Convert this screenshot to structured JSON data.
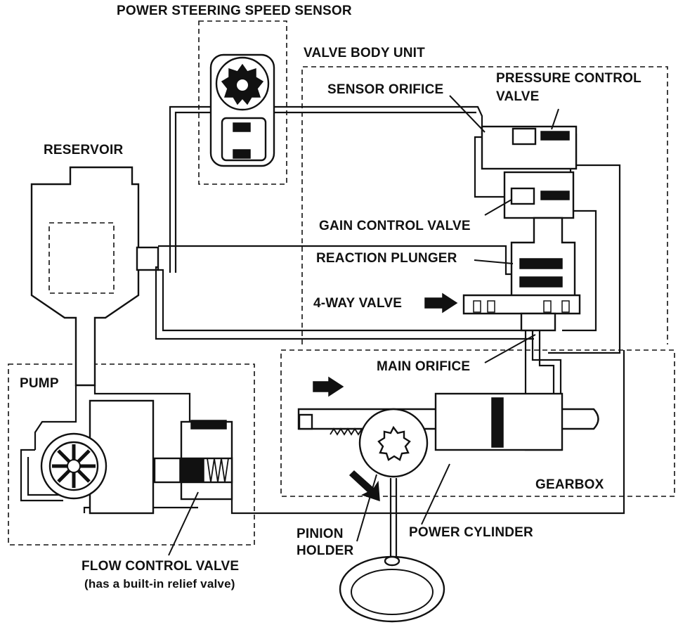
{
  "labels": {
    "speed_sensor": "POWER STEERING SPEED SENSOR",
    "valve_body_unit": "VALVE BODY UNIT",
    "sensor_orifice": "SENSOR ORIFICE",
    "pressure_control_line1": "PRESSURE CONTROL",
    "pressure_control_line2": "VALVE",
    "reservoir": "RESERVOIR",
    "gain_control": "GAIN CONTROL VALVE",
    "reaction_plunger": "REACTION PLUNGER",
    "four_way_valve": "4-WAY VALVE",
    "pump": "PUMP",
    "main_orifice": "MAIN ORIFICE",
    "gearbox": "GEARBOX",
    "pinion_holder_line1": "PINION",
    "pinion_holder_line2": "HOLDER",
    "power_cylinder": "POWER CYLINDER",
    "flow_control_line1": "FLOW CONTROL VALVE",
    "flow_control_line2": "(has a built-in relief valve)"
  }
}
